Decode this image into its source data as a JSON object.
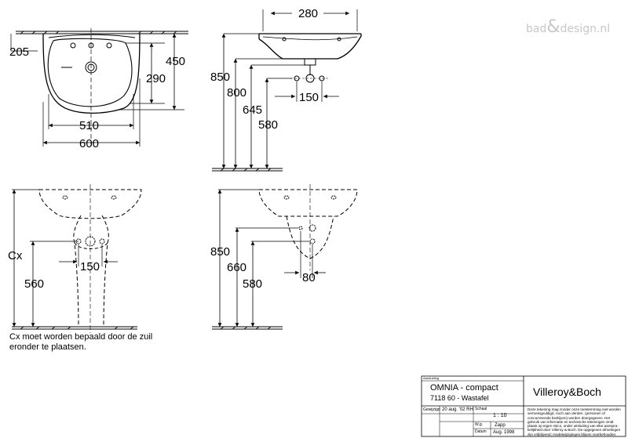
{
  "watermark": {
    "text_a": "bad",
    "amp": "&",
    "text_b": "design.nl"
  },
  "dimensions": {
    "top_depth": "280",
    "basin_inner": "205",
    "basin_height": "450",
    "bowl_depth": "290",
    "inner_width": "510",
    "outer_width": "600",
    "side_850": "850",
    "side_800": "800",
    "side_645": "645",
    "side_580": "580",
    "side_150": "150",
    "front_cx": "Cx",
    "front_560": "560",
    "front_150": "150",
    "right_850": "850",
    "right_660": "660",
    "right_580": "580",
    "right_80": "80"
  },
  "note": {
    "line1": "Cx moet worden bepaald door de zuil",
    "line2": "eronder te plaatsen."
  },
  "title_block": {
    "aanduiding_label": "Aanduiding",
    "product_name": "OMNIA - compact",
    "product_code": "7118 60 - Wastafel",
    "brand": "Villeroy&Boch",
    "gewijzigd_label": "Gewijzigd",
    "gewijzigd_value": "20 aug. '02 RH",
    "schaal_label": "Schaal",
    "schaal_value": "1 : 10",
    "wg_label": "W.g.",
    "wg_value": "Zapp",
    "datum_label": "Datum",
    "datum_value": "Aug. 1998",
    "disclaimer": [
      "Deze tekening mag zonder onze toestemming niet worden",
      "vermenigvuldigd, noch aan derden. (personen of",
      "concurrerende bedrijven) worden doorgegeven. Het",
      "gebruik van informatie en technische tekeningen  vindt",
      "plaats op eigen risico, onder uitsluiting van elke aanspra-",
      "kelijkheid door Villeroy & Boch. De opgegeven afmetingen",
      "zijn vrijblijvend; modelwijzigingen blijven voorbehouden."
    ]
  }
}
